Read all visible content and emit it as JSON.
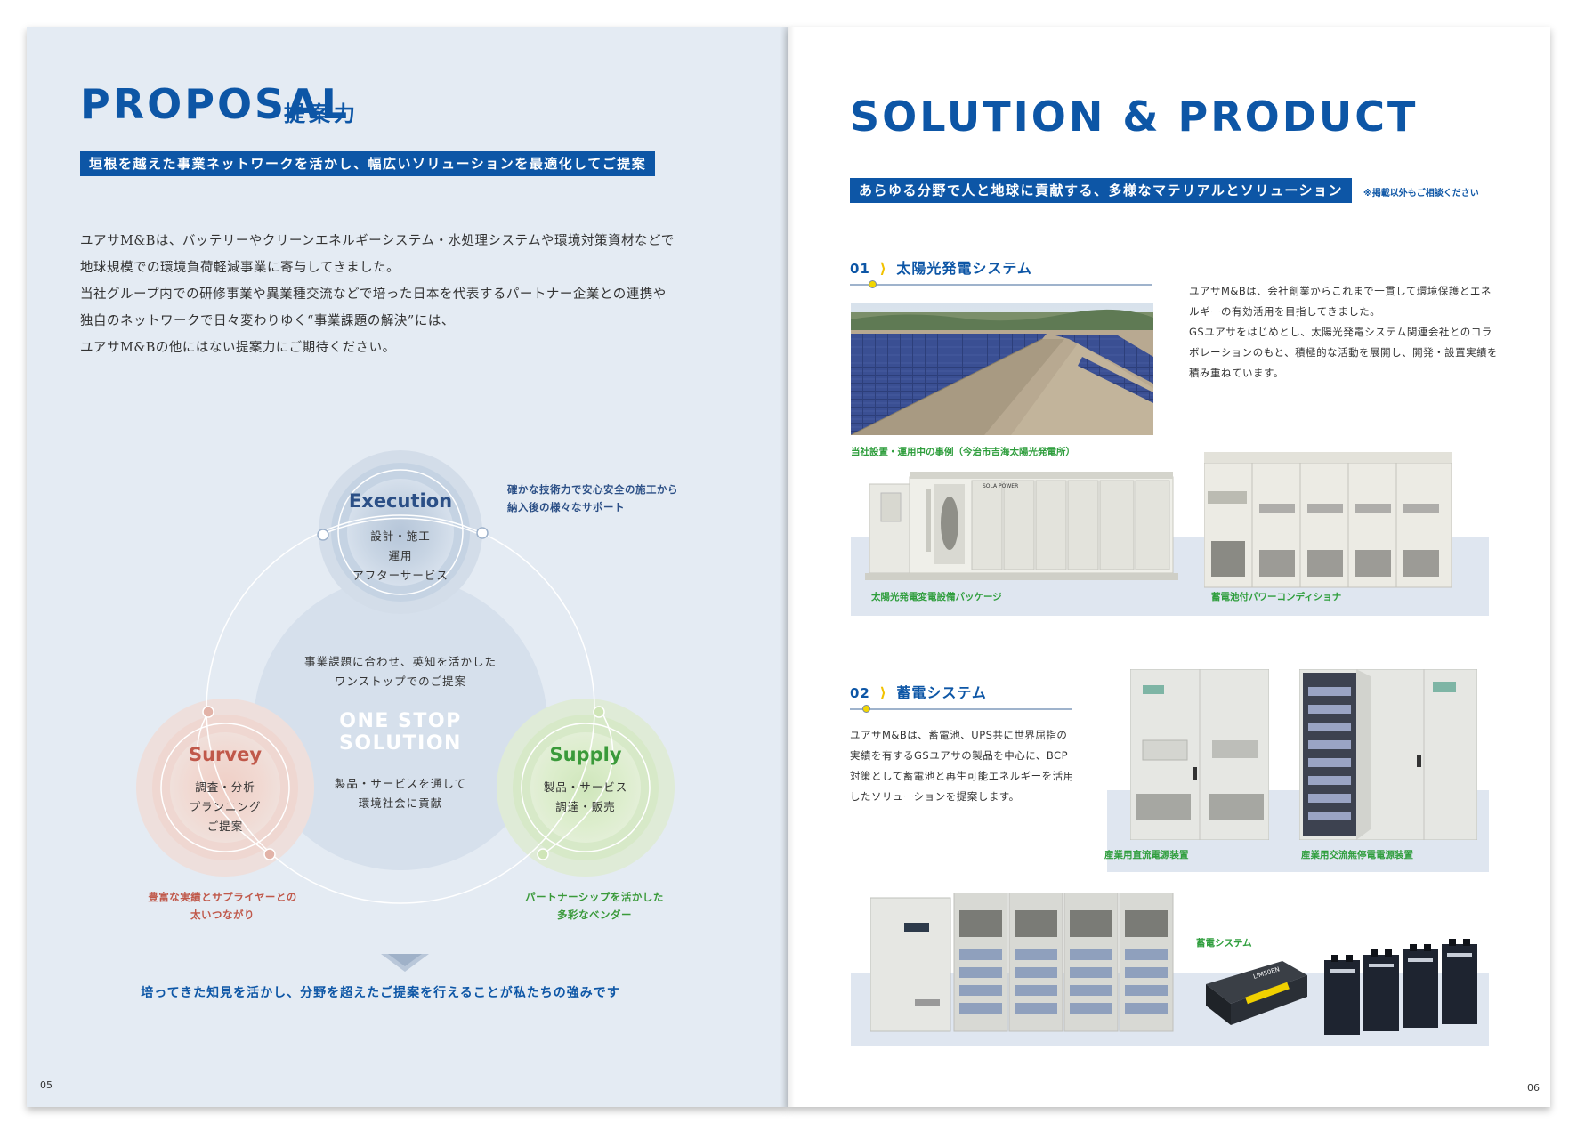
{
  "left_page": {
    "title_en": "PROPOSAL",
    "title_jp": "提案力",
    "band": "垣根を越えた事業ネットワークを活かし、幅広いソリューションを最適化してご提案",
    "intro": [
      "ユアサM&Bは、バッテリーやクリーンエネルギーシステム・水処理システムや環境対策資材などで",
      "地球規模での環境負荷軽減事業に寄与してきました。",
      "当社グループ内での研修事業や異業種交流などで培った日本を代表するパートナー企業との連携や",
      "独自のネットワークで日々変わりゆく“事業課題の解決”には、",
      "ユアサM&Bの他にはない提案力にご期待ください。"
    ],
    "diagram": {
      "center_title": "ONE STOP SOLUTION",
      "center_top": [
        "事業課題に合わせ、英知を活かした",
        "ワンストップでのご提案"
      ],
      "center_bottom": [
        "製品・サービスを通して",
        "環境社会に貢献"
      ],
      "execution": {
        "label": "Execution",
        "items": [
          "設計・施工",
          "運用",
          "アフターサービス"
        ],
        "note": [
          "確かな技術力で安心安全の施工から",
          "納入後の様々なサポート"
        ]
      },
      "survey": {
        "label": "Survey",
        "items": [
          "調査・分析",
          "プランニング",
          "ご提案"
        ],
        "note": [
          "豊富な実績とサプライヤーとの",
          "太いつながり"
        ]
      },
      "supply": {
        "label": "Supply",
        "items": [
          "製品・サービス",
          "調達・販売"
        ],
        "note": [
          "パートナーシップを活かした",
          "多彩なベンダー"
        ]
      }
    },
    "conclusion": "培ってきた知見を活かし、分野を超えたご提案を行えることが私たちの強みです",
    "page_number": "05"
  },
  "right_page": {
    "title": "SOLUTION & PRODUCT",
    "band": "あらゆる分野で人と地球に貢献する、多様なマテリアルとソリューション",
    "band_note": "※掲載以外もご相談ください",
    "section1": {
      "num": "01",
      "title": "太陽光発電システム",
      "body": [
        "ユアサM&Bは、会社創業からこれまで一貫して環境保護とエネ",
        "ルギーの有効活用を目指してきました。",
        "GSユアサをはじめとし、太陽光発電システム関連会社とのコラ",
        "ボレーションのもと、積極的な活動を展開し、開発・設置実績を",
        "積み重ねています。"
      ],
      "photo_caption": "当社設置・運用中の事例（今治市吉海太陽光発電所）",
      "product1_caption": "太陽光発電変電設備パッケージ",
      "product2_caption": "蓄電池付パワーコンディショナ",
      "product1_brand": "SOLA POWER"
    },
    "section2": {
      "num": "02",
      "title": "蓄電システム",
      "body": [
        "ユアサM&Bは、蓄電池、UPS共に世界屈指の",
        "実績を有するGSユアサの製品を中心に、BCP",
        "対策として蓄電池と再生可能エネルギーを活用",
        "したソリューションを提案します。"
      ],
      "product1_caption": "産業用直流電源装置",
      "product2_caption": "産業用交流無停電電源装置",
      "product3_caption": "蓄電システム",
      "battery_label": "LIM50EN"
    },
    "page_number": "06"
  },
  "colors": {
    "brand_blue": "#0d56a6",
    "execution_blue": "#2b4f86",
    "survey_red": "#c0584a",
    "supply_green": "#3a9a3a",
    "caption_green": "#2f9e3d",
    "left_bg": "#e4ebf3"
  }
}
